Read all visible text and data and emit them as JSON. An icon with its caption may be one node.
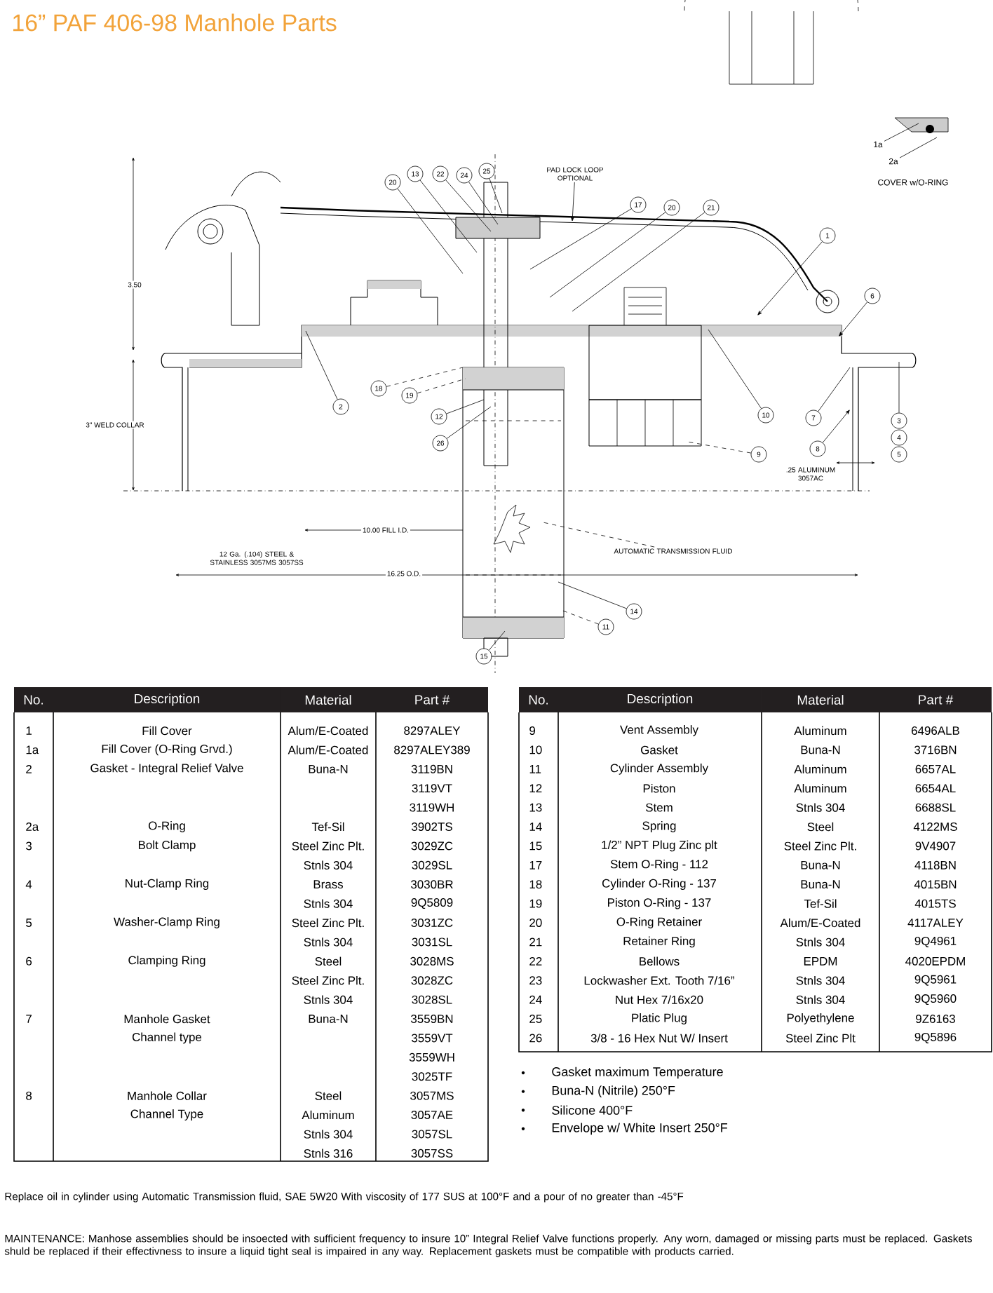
{
  "diagram": {
    "title": "16” PAF 406-98 Manhole Parts",
    "nodes": [
      {
        "text": [
          "20"
        ]
      },
      {
        "text": [
          "13"
        ]
      },
      {
        "text": [
          "22"
        ]
      },
      {
        "text": [
          "24"
        ]
      },
      {
        "text": [
          "25"
        ]
      },
      {
        "text": [
          "PAD LOCK LOOP OPTIONAL"
        ]
      },
      {
        "text": [
          "17"
        ]
      },
      {
        "text": [
          "20"
        ]
      },
      {
        "text": [
          "21"
        ]
      },
      {
        "text": [
          "1"
        ]
      },
      {
        "text": [
          "6"
        ]
      },
      {
        "text": [
          "2"
        ]
      },
      {
        "text": [
          "18"
        ]
      },
      {
        "text": [
          "19"
        ]
      },
      {
        "text": [
          "12"
        ]
      },
      {
        "text": [
          "26"
        ]
      },
      {
        "text": [
          "10"
        ]
      },
      {
        "text": [
          "7"
        ]
      },
      {
        "text": [
          "8"
        ]
      },
      {
        "text": [
          "3"
        ]
      },
      {
        "text": [
          "4"
        ]
      },
      {
        "text": [
          "5"
        ]
      },
      {
        "text": [
          "9"
        ]
      },
      {
        "text": [
          "14"
        ]
      },
      {
        "text": [
          "11"
        ]
      },
      {
        "text": [
          "15"
        ]
      },
      {
        "text": [
          "1a"
        ]
      },
      {
        "text": [
          "2a"
        ]
      },
      {
        "text": [
          "AUTOMATIC TRANSMISSION FLUID"
        ]
      }
    ],
    "edges": [
      {
        "from": 0,
        "to": null,
        "arrow": "none"
      },
      {
        "from": 1,
        "to": null,
        "arrow": "none"
      },
      {
        "from": 2,
        "to": null,
        "arrow": "none"
      },
      {
        "from": 3,
        "to": null,
        "arrow": "none"
      },
      {
        "from": 4,
        "to": null,
        "arrow": "none"
      },
      {
        "from": 5,
        "to": null,
        "arrow": "to"
      },
      {
        "from": 6,
        "to": null,
        "arrow": "none"
      },
      {
        "from": 7,
        "to": null,
        "arrow": "none"
      },
      {
        "from": 8,
        "to": null,
        "arrow": "none"
      },
      {
        "from": 9,
        "to": null,
        "arrow": "to"
      },
      {
        "from": 10,
        "to": null,
        "arrow": "to"
      },
      {
        "from": 11,
        "to": null,
        "arrow": "none"
      },
      {
        "from": 12,
        "to": null,
        "arrow": "none",
        "style": "dashed"
      },
      {
        "from": 13,
        "to": null,
        "arrow": "none",
        "style": "dashed"
      },
      {
        "from": 14,
        "to": null,
        "arrow": "none"
      },
      {
        "from": 15,
        "to": null,
        "arrow": "none"
      },
      {
        "from": 16,
        "to": null,
        "arrow": "none"
      },
      {
        "from": 17,
        "to": null,
        "arrow": "none"
      },
      {
        "from": 18,
        "to": null,
        "arrow": "to"
      },
      {
        "from": 19,
        "to": null,
        "arrow": "none"
      },
      {
        "from": 22,
        "to": null,
        "arrow": "none",
        "style": "dashed"
      },
      {
        "from": 23,
        "to": null,
        "arrow": "none"
      },
      {
        "from": 24,
        "to": null,
        "arrow": "none",
        "style": "dashed"
      },
      {
        "from": 25,
        "to": null,
        "arrow": "none"
      },
      {
        "from": 26,
        "to": null,
        "arrow": "none"
      },
      {
        "from": 27,
        "to": null,
        "arrow": "none"
      },
      {
        "from": 28,
        "to": null,
        "arrow": "none",
        "style": "dashed"
      }
    ],
    "labels": [
      "COVER w/O-RING",
      "3.50",
      "3\" WELD COLLAR",
      ".25 ALUMINUM 3057AC",
      "10.00 FILL I.D.",
      "12 Ga. (.104) STEEL & STAINLESS 3057MS 3057SS",
      "16.25 O.D.",
      "No.",
      "Description",
      "Material",
      "Part #",
      "1",
      "Fill Cover",
      "Alum/E-Coated",
      "8297ALEY",
      "1a",
      "Fill Cover (O-Ring Grvd.)",
      "Alum/E-Coated",
      "8297ALEY389",
      "2",
      "Gasket - Integral Relief Valve",
      "Buna-N",
      "3119BN",
      "3119VT",
      "3119WH",
      "2a",
      "O-Ring",
      "Tef-Sil",
      "3902TS",
      "3",
      "Bolt Clamp",
      "Steel Zinc Plt.",
      "3029ZC",
      "Stnls 304",
      "3029SL",
      "4",
      "Nut-Clamp Ring",
      "Brass",
      "3030BR",
      "Stnls 304",
      "9Q5809",
      "5",
      "Washer-Clamp Ring",
      "Steel Zinc Plt.",
      "3031ZC",
      "Stnls 304",
      "3031SL",
      "6",
      "Clamping Ring",
      "Steel",
      "3028MS",
      "Steel Zinc Plt.",
      "3028ZC",
      "Stnls 304",
      "3028SL",
      "7",
      "Manhole Gasket",
      "Buna-N",
      "3559BN",
      "Channel type",
      "3559VT",
      "3559WH",
      "3025TF",
      "8",
      "Manhole Collar",
      "Steel",
      "3057MS",
      "Channel Type",
      "Aluminum",
      "3057AE",
      "Stnls 304",
      "3057SL",
      "Stnls 316",
      "3057SS",
      "No.",
      "Description",
      "Material",
      "Part #",
      "9",
      "Vent Assembly",
      "Aluminum",
      "6496ALB",
      "10",
      "Gasket",
      "Buna-N",
      "3716BN",
      "11",
      "Cylinder Assembly",
      "Aluminum",
      "6657AL",
      "12",
      "Piston",
      "Aluminum",
      "6654AL",
      "13",
      "Stem",
      "Stnls 304",
      "6688SL",
      "14",
      "Spring",
      "Steel",
      "4122MS",
      "15",
      "1/2” NPT Plug Zinc plt",
      "Steel Zinc Plt.",
      "9V4907",
      "17",
      "Stem O-Ring - 112",
      "Buna-N",
      "4118BN",
      "18",
      "Cylinder O-Ring - 137",
      "Buna-N",
      "4015BN",
      "19",
      "Piston O-Ring - 137",
      "Tef-Sil",
      "4015TS",
      "20",
      "O-Ring Retainer",
      "Alum/E-Coated",
      "4117ALEY",
      "21",
      "Retainer Ring",
      "Stnls 304",
      "9Q4961",
      "22",
      "Bellows",
      "EPDM",
      "4020EPDM",
      "23",
      "Lockwasher Ext. Tooth 7/16”",
      "Stnls 304",
      "9Q5961",
      "24",
      "Nut Hex 7/16x20",
      "Stnls 304",
      "9Q5960",
      "25",
      "Platic Plug",
      "Polyethylene",
      "9Z6163",
      "26",
      "3/8 - 16 Hex Nut W/ Insert",
      "Steel Zinc Plt",
      "9Q5896",
      "Gasket maximum Temperature",
      "Buna-N (Nitrile) 250°F",
      "Silicone 400°F",
      "Envelope w/ White Insert 250°F",
      "Replace oil in cylinder using Automatic Transmission fluid, SAE 5W20 With viscosity of 177 SUS at 100°F and a pour of no greater than -45°F",
      "MAINTENANCE: Manhose assemblies should be insoected with sufficient frequency to insure 10” Integral Relief Valve functions properly. Any worn, damaged or missing parts must be replaced. Gaskets shuld be replaced if their effectivness to insure a liquid tight seal is impaired in any way. Replacement gaskets must be compatible with products carried."
    ]
  }
}
